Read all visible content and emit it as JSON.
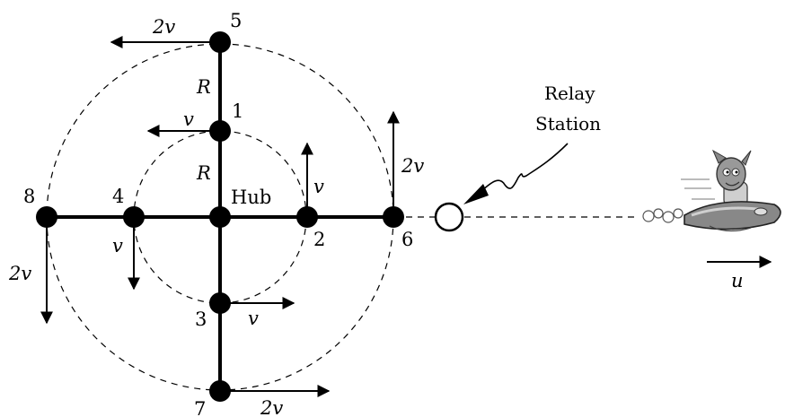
{
  "hub": {
    "label": "Hub"
  },
  "nodes": [
    {
      "id": "1",
      "label": "1"
    },
    {
      "id": "2",
      "label": "2"
    },
    {
      "id": "3",
      "label": "3"
    },
    {
      "id": "4",
      "label": "4"
    },
    {
      "id": "5",
      "label": "5"
    },
    {
      "id": "6",
      "label": "6"
    },
    {
      "id": "7",
      "label": "7"
    },
    {
      "id": "8",
      "label": "8"
    }
  ],
  "radii": {
    "inner": "R",
    "outer": "R"
  },
  "velocities": {
    "inner": "v",
    "outer": "2v",
    "spacecraft": "u"
  },
  "relay": {
    "line1": "Relay",
    "line2": "Station"
  },
  "spacecraft": {
    "description_icon": "rocket-with-pilot-icon"
  },
  "colors": {
    "ink": "#000000",
    "ship_body": "#888888",
    "ship_light": "#cfcfcf"
  }
}
